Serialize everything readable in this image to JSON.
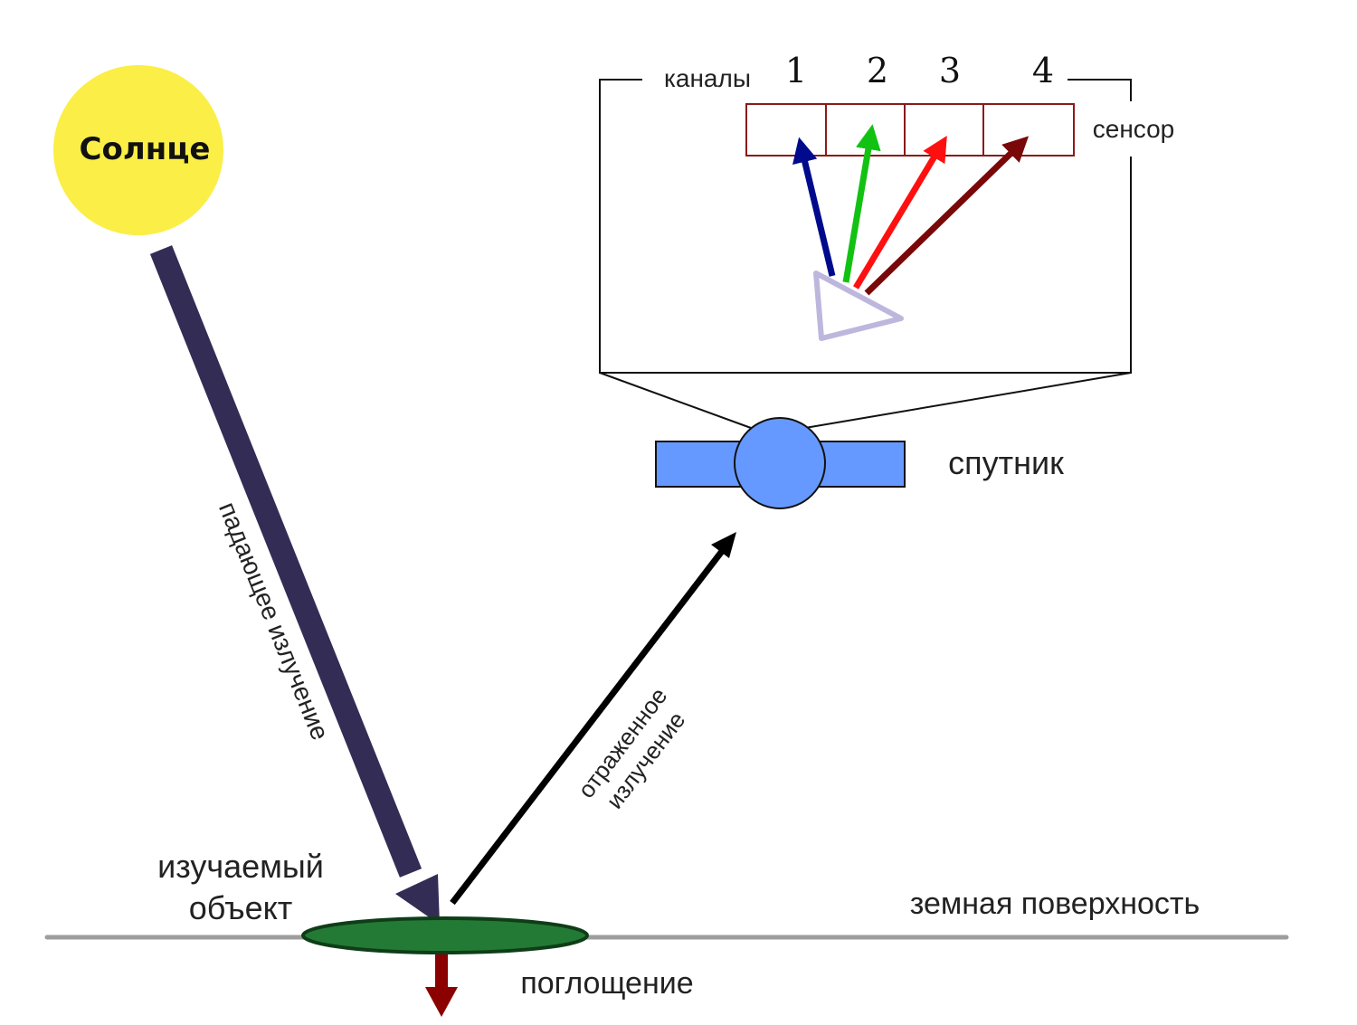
{
  "labels": {
    "sun": "Солнце",
    "incident": "падающее излучение",
    "reflected_line1": "отраженное",
    "reflected_line2": "излучение",
    "object_line1": "изучаемый",
    "object_line2": "объект",
    "surface": "земная поверхность",
    "absorption": "поглощение",
    "satellite": "спутник",
    "channels": "каналы",
    "sensor": "сенсор"
  },
  "channels": [
    {
      "number": "1",
      "color": "#000a8c"
    },
    {
      "number": "2",
      "color": "#12c212"
    },
    {
      "number": "3",
      "color": "#ff1010"
    },
    {
      "number": "4",
      "color": "#7a0808"
    }
  ],
  "colors": {
    "sun": "#fbee46",
    "incident_beam": "#332c55",
    "reflected_beam": "#000000",
    "object_fill": "#237a35",
    "object_stroke": "#0f3d18",
    "ground": "#9e9e9e",
    "absorption_arrow": "#8b0000",
    "satellite": "#6699ff",
    "sensor_border": "#8b1a1a",
    "prism": "#bdb7dd"
  }
}
